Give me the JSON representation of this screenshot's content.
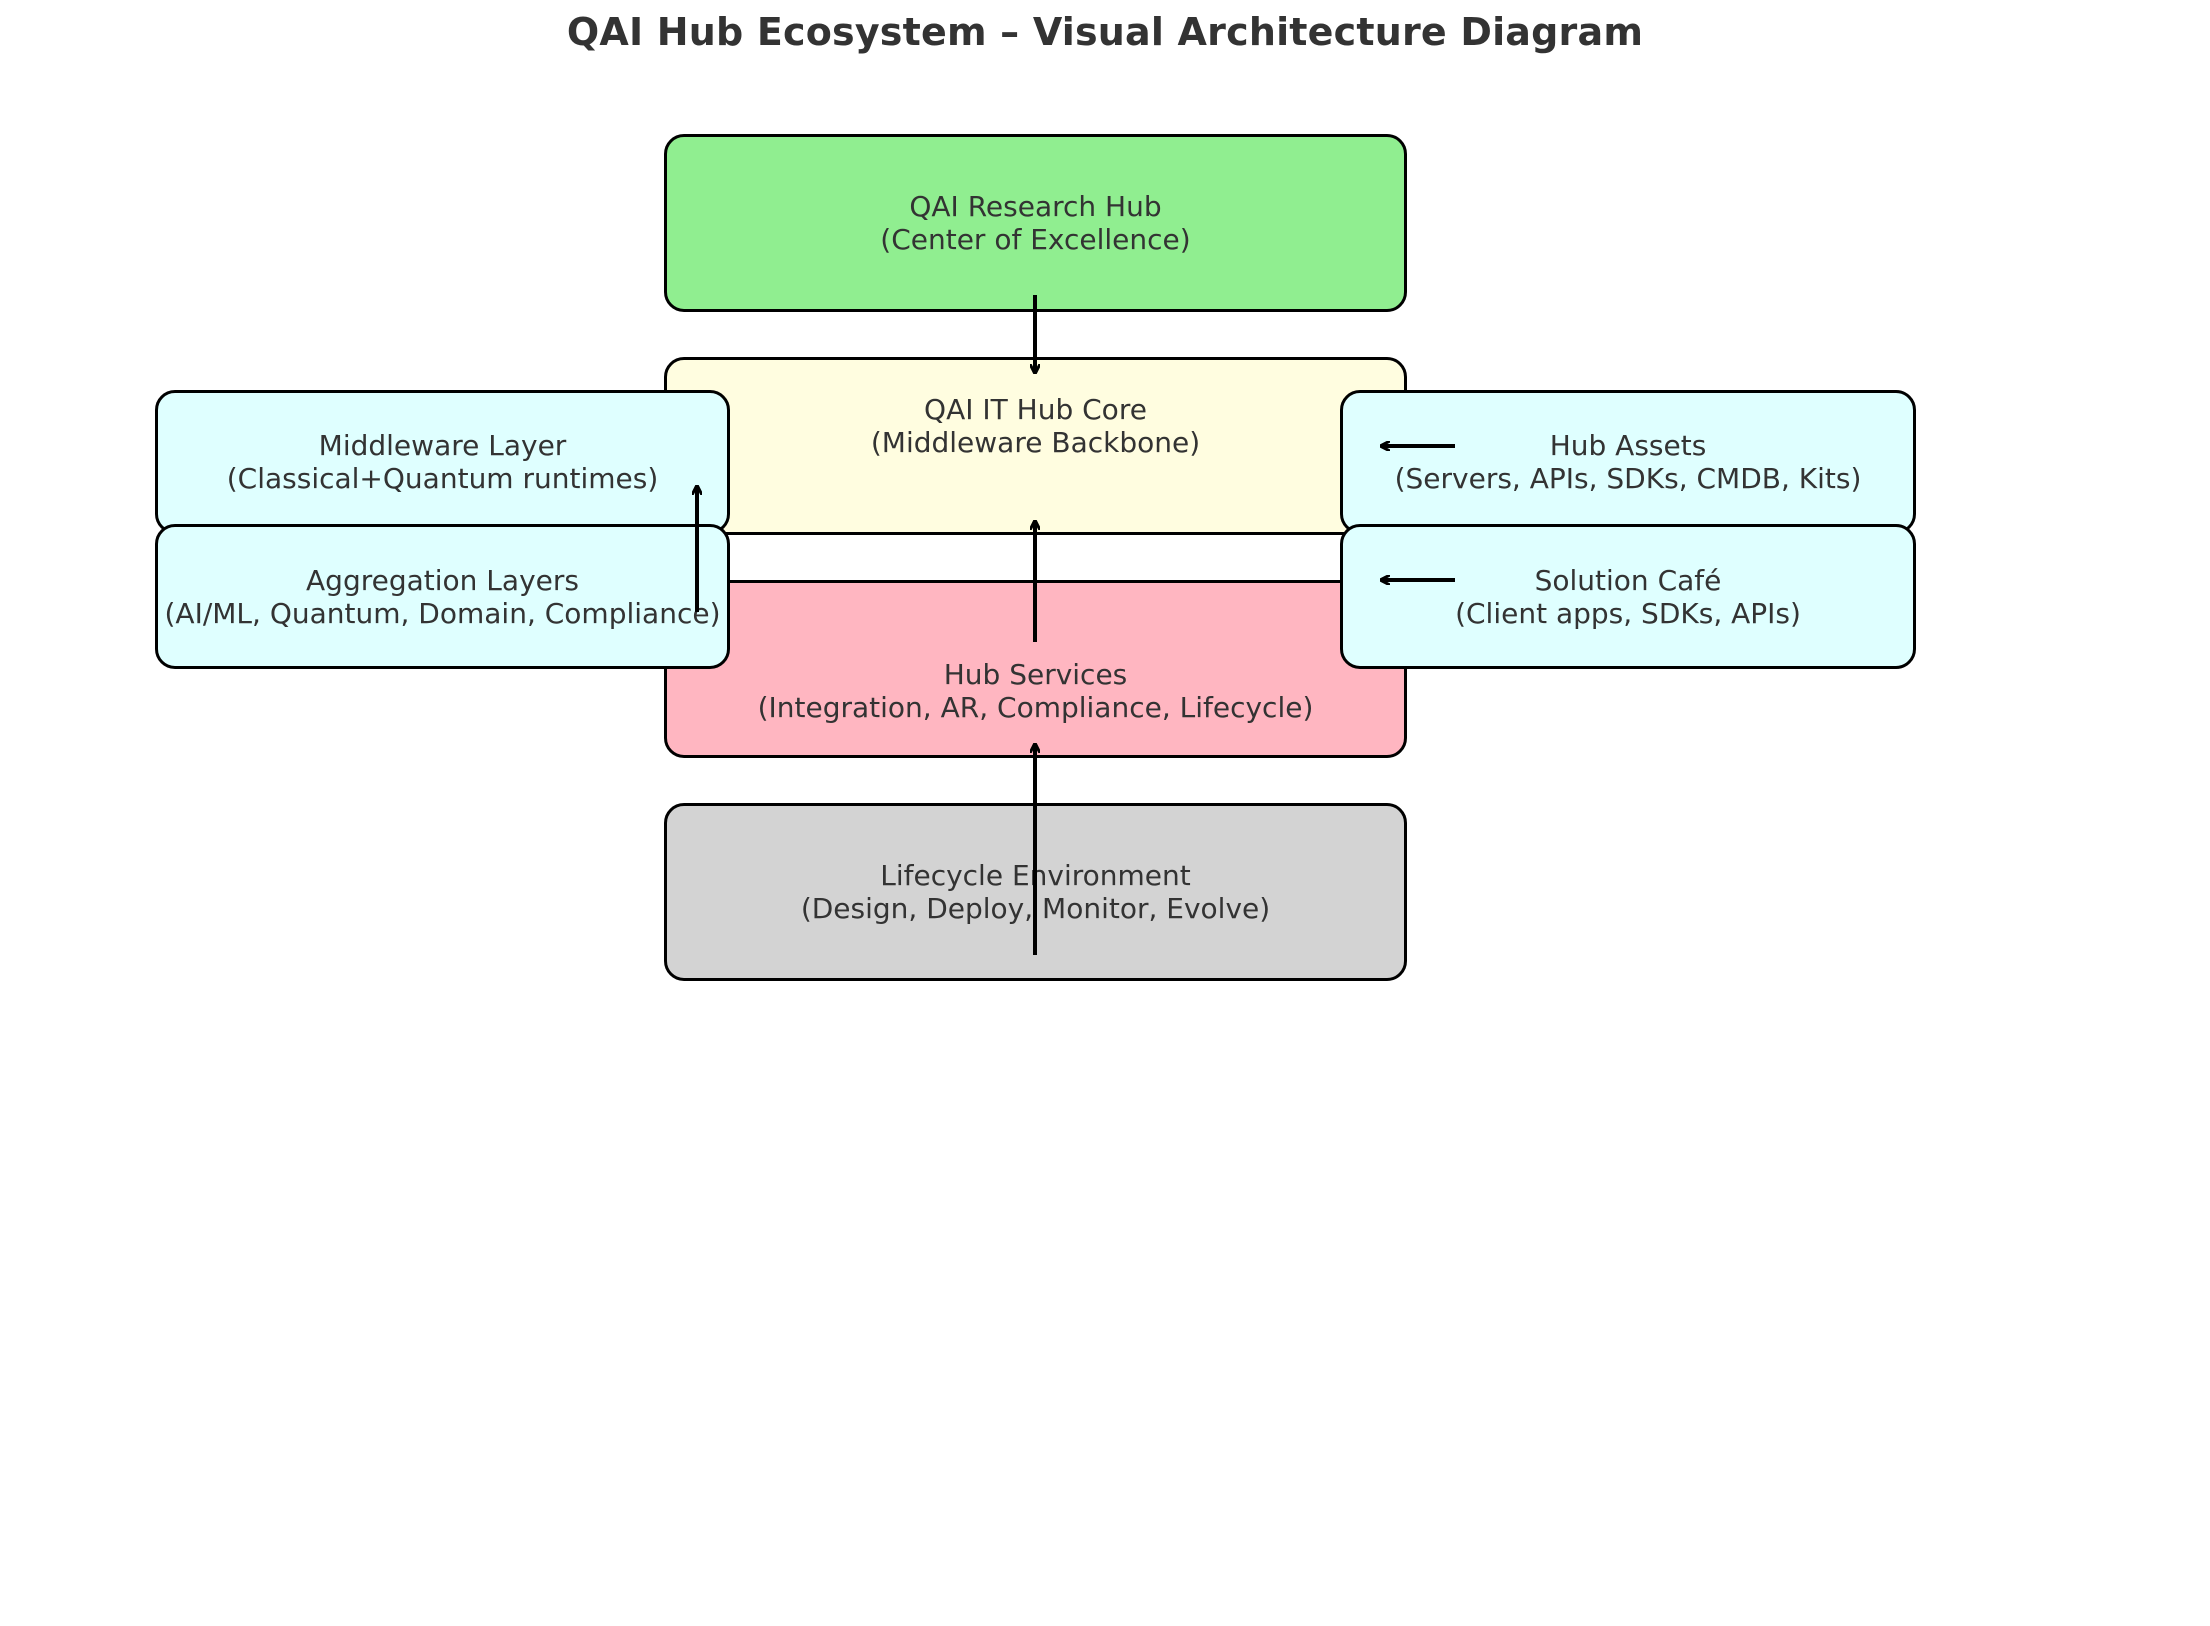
{
  "title": "QAI Hub Ecosystem – Visual Architecture Diagram",
  "colors": {
    "research": "#90EE90",
    "core": "#FFFDE0",
    "services": "#FFB6C1",
    "lifecycle": "#D3D3D3",
    "side": "#DFFFFF",
    "border": "#000000",
    "text": "#333333"
  },
  "nodes": {
    "research_hub": {
      "title": "QAI Research Hub",
      "subtitle": "(Center of Excellence)"
    },
    "it_hub_core": {
      "title": "QAI IT Hub Core",
      "subtitle": "(Middleware Backbone)"
    },
    "hub_services": {
      "title": "Hub Services",
      "subtitle": "(Integration, AR, Compliance, Lifecycle)"
    },
    "lifecycle_env": {
      "title": "Lifecycle Environment",
      "subtitle": "(Design, Deploy, Monitor, Evolve)"
    },
    "middleware_layer": {
      "title": "Middleware Layer",
      "subtitle": "(Classical+Quantum runtimes)"
    },
    "aggregation_layers": {
      "title": "Aggregation Layers",
      "subtitle": "(AI/ML, Quantum, Domain, Compliance)"
    },
    "hub_assets": {
      "title": "Hub Assets",
      "subtitle": "(Servers, APIs, SDKs, CMDB, Kits)"
    },
    "solution_cafe": {
      "title": "Solution Café",
      "subtitle": "(Client apps, SDKs, APIs)"
    }
  },
  "edges": [
    {
      "from": "research_hub",
      "to": "it_hub_core"
    },
    {
      "from": "hub_services",
      "to": "it_hub_core"
    },
    {
      "from": "lifecycle_env",
      "to": "hub_services"
    },
    {
      "from": "aggregation_layers",
      "to": "middleware_layer"
    },
    {
      "from": "hub_assets",
      "to": "it_hub_core"
    },
    {
      "from": "solution_cafe",
      "to": "hub_services"
    }
  ]
}
